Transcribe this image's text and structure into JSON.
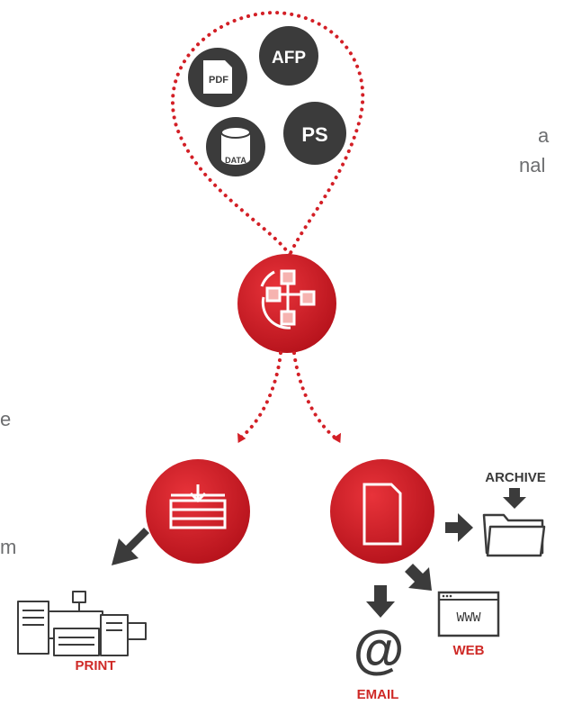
{
  "left_text_fragments": [
    "a",
    "nal",
    "e",
    "m"
  ],
  "input_formats": [
    "PDF",
    "AFP",
    "DATA",
    "PS"
  ],
  "outputs": {
    "archive": "ARCHIVE",
    "web": "WEB",
    "web_badge": "WWW",
    "email": "EMAIL",
    "email_symbol": "@",
    "print": "PRINT"
  },
  "colors": {
    "accent_red": "#d31f26",
    "dark_circle": "#3b3b3b",
    "arrow_gray": "#3b3b3b",
    "label_red": "#cf2a27",
    "text_gray": "#6d6e70"
  },
  "icons": {
    "hub": "workflow-network-icon",
    "left_node": "print-stack-icon",
    "right_node": "document-icon",
    "archive": "folder-icon",
    "web": "browser-window-icon",
    "print": "printer-icon"
  }
}
